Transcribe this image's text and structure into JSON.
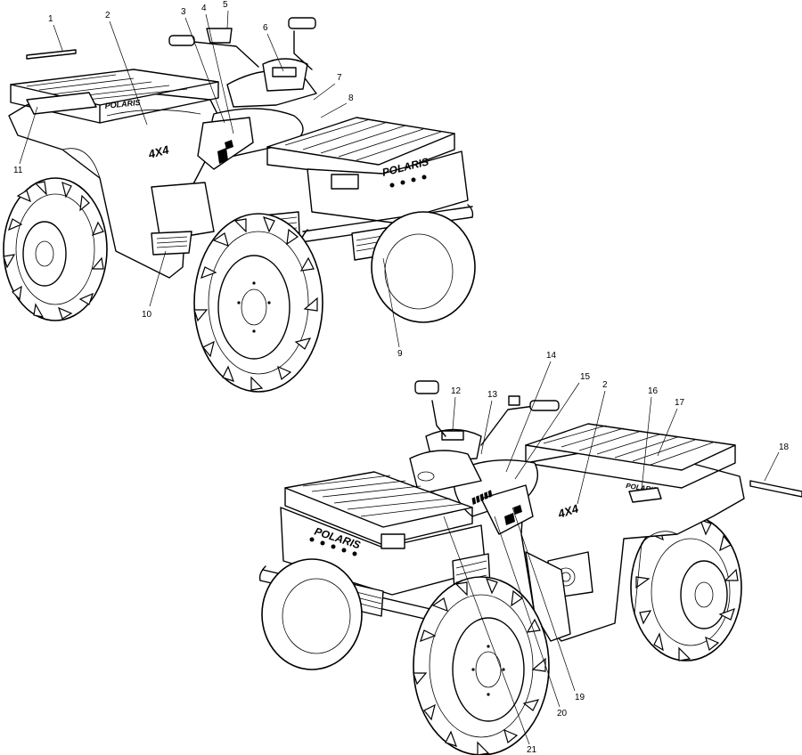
{
  "callouts_top": [
    "1",
    "2",
    "3",
    "4",
    "5",
    "6",
    "7",
    "8",
    "9",
    "10",
    "11"
  ],
  "callouts_bottom": [
    "12",
    "13",
    "14",
    "15",
    "2",
    "16",
    "17",
    "18",
    "19",
    "20",
    "21"
  ],
  "decals": {
    "polaris": "POLARIS",
    "four_by_four": "4X4"
  }
}
